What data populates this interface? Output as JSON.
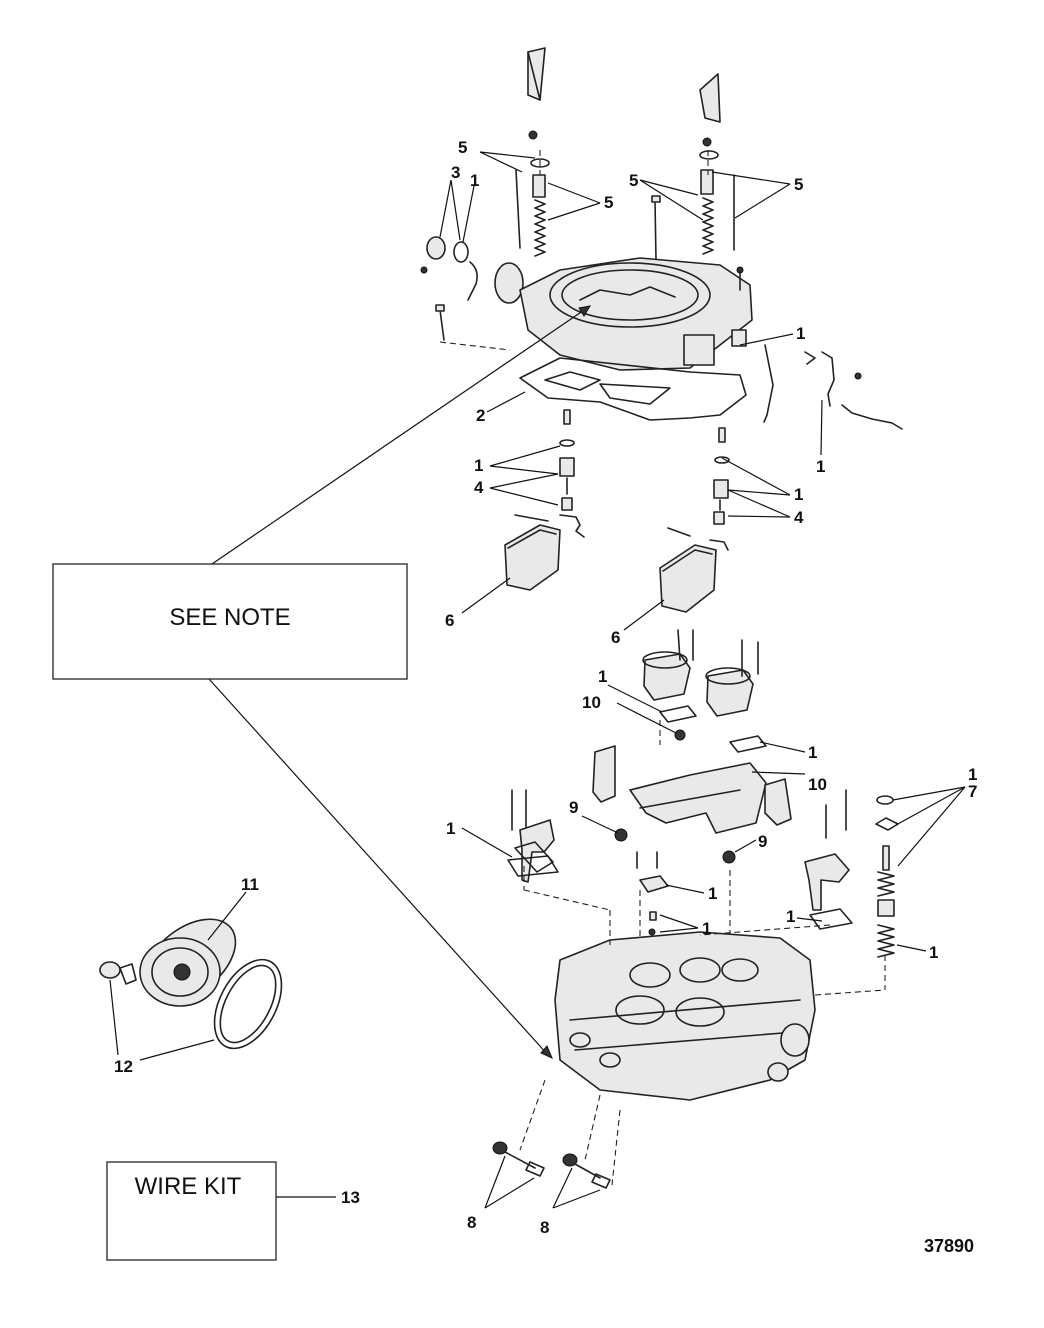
{
  "notes": {
    "see_note": "SEE NOTE",
    "wire_kit": "WIRE KIT"
  },
  "figure_number": "37890",
  "callouts": {
    "c1_top": "1",
    "c3": "3",
    "c5_a": "5",
    "c5_b": "5",
    "c5_c": "5",
    "c5_d": "5",
    "c1_mid": "1",
    "c2": "2",
    "c1_side": "1",
    "c1_l": "1",
    "c4_l": "4",
    "c1_r": "1",
    "c4_r": "4",
    "c6_l": "6",
    "c6_r": "6",
    "c1_a": "1",
    "c10_a": "10",
    "c1_b": "1",
    "c10_b": "10",
    "c1_c": "1",
    "c7": "7",
    "c9_a": "9",
    "c9_b": "9",
    "c1_d": "1",
    "c1_e": "1",
    "c1_f": "1",
    "c1_g": "1",
    "c1_h": "1",
    "c11": "11",
    "c12": "12",
    "c13": "13",
    "c8_a": "8",
    "c8_b": "8"
  }
}
